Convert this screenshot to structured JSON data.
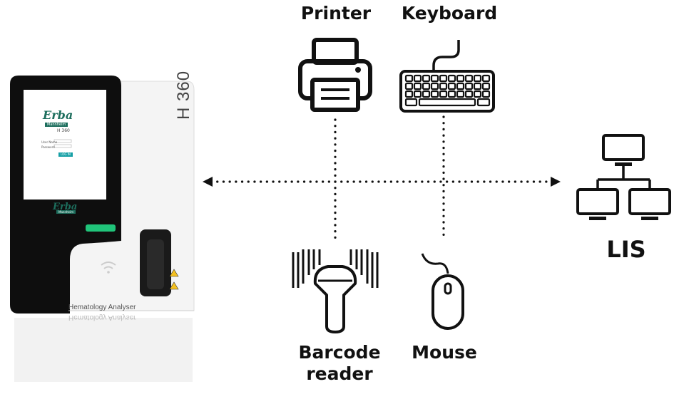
{
  "labels": {
    "printer": "Printer",
    "keyboard": "Keyboard",
    "lis": "LIS",
    "barcode_reader": "Barcode reader",
    "mouse": "Mouse"
  },
  "device": {
    "brand": "Erba",
    "brand_sub": "Mannheim",
    "model": "H 360",
    "screen_model": "H 360",
    "user_name_label": "User Name",
    "password_label": "Password",
    "login_label": "LOG IN",
    "caption": "Hematology Analyser"
  },
  "colors": {
    "brand_green": "#1d6e5d",
    "screen_button": "#17a0a6",
    "status_led": "#20c47a",
    "connector": "#111111"
  }
}
